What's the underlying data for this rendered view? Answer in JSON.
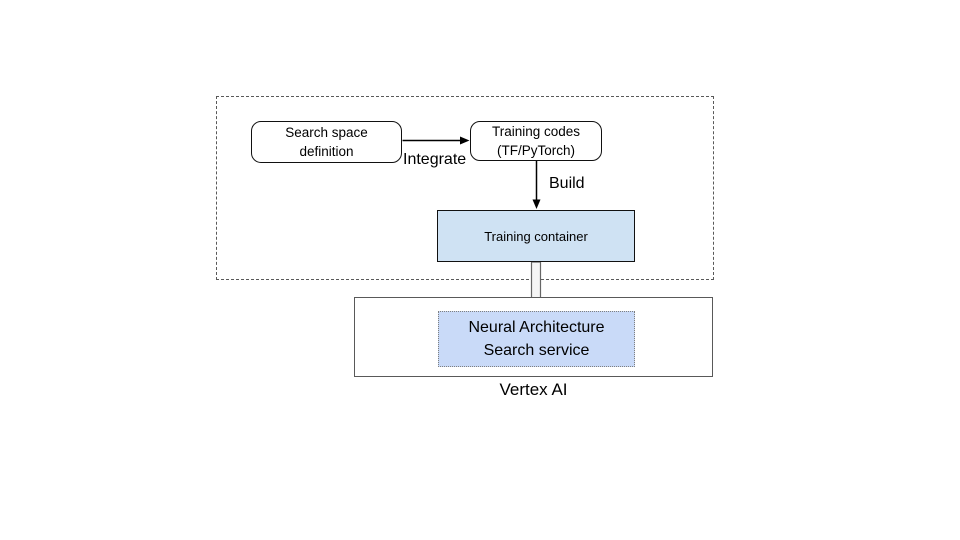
{
  "diagram": {
    "nodes": {
      "search_space": {
        "line1": "Search space",
        "line2": "definition"
      },
      "training_codes": {
        "line1": "Training codes",
        "line2": "(TF/PyTorch)"
      },
      "training_container": {
        "label": "Training container"
      },
      "nas_service": {
        "line1": "Neural Architecture",
        "line2": "Search service"
      }
    },
    "edges": {
      "integrate_label": "Integrate",
      "build_label": "Build"
    },
    "groups": {
      "vertex_ai_label": "Vertex AI"
    },
    "colors": {
      "training_container_fill": "#cfe2f3",
      "nas_service_fill": "#c9daf8",
      "node_border": "#111111",
      "group_border": "#595959",
      "arrow_stroke": "#000000",
      "hollow_arrow_stroke": "#666666",
      "hollow_arrow_fill": "#f5f5f5"
    }
  }
}
